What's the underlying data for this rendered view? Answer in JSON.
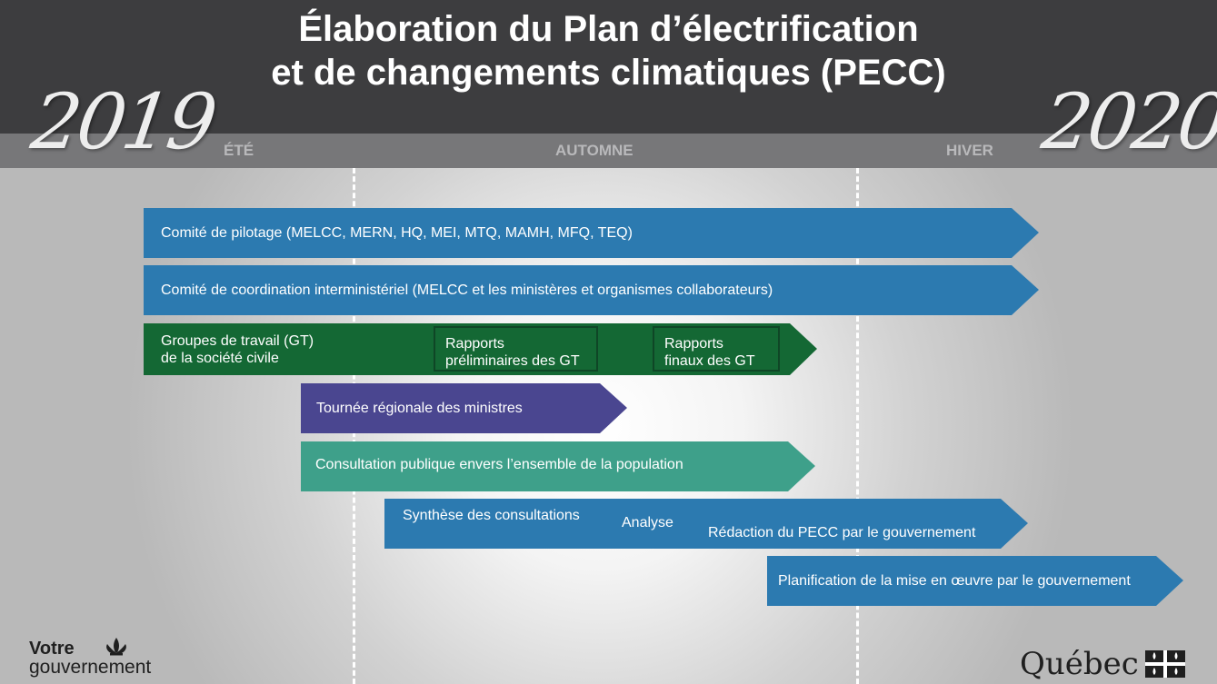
{
  "title": {
    "line1": "Élaboration du Plan d’électrification",
    "line2": "et de changements climatiques (PECC)"
  },
  "years": {
    "start": "2019",
    "end": "2020"
  },
  "seasons": {
    "summer": "ÉTÉ",
    "autumn": "AUTOMNE",
    "winter": "HIVER"
  },
  "rows": {
    "pilotage": "Comité de pilotage (MELCC, MERN, HQ, MEI, MTQ, MAMH, MFQ, TEQ)",
    "coordination": "Comité de coordination interministériel (MELCC et les ministères et organismes collaborateurs)",
    "groupes_line1": "Groupes de travail (GT)",
    "groupes_line2": "de la société civile",
    "rapports_prelim_line1": "Rapports",
    "rapports_prelim_line2": "préliminaires des GT",
    "rapports_finaux_line1": "Rapports",
    "rapports_finaux_line2": "finaux des GT",
    "tournee": "Tournée régionale des ministres",
    "consultation": "Consultation publique envers l’ensemble de la population",
    "synthese": "Synthèse des consultations",
    "analyse": "Analyse",
    "redaction": "Rédaction du PECC par le gouvernement",
    "planification": "Planification de la mise en œuvre par le gouvernement"
  },
  "colors": {
    "header": "#3d3d3f",
    "season_bar": "#777779",
    "blue": "#2c7ab0",
    "green": "#146834",
    "green_box_border": "#0f4626",
    "purple": "#4a4690",
    "teal": "#3ea08a"
  },
  "footer": {
    "left_line1": "Votre",
    "left_line2": "gouvernement",
    "right": "Québec"
  }
}
